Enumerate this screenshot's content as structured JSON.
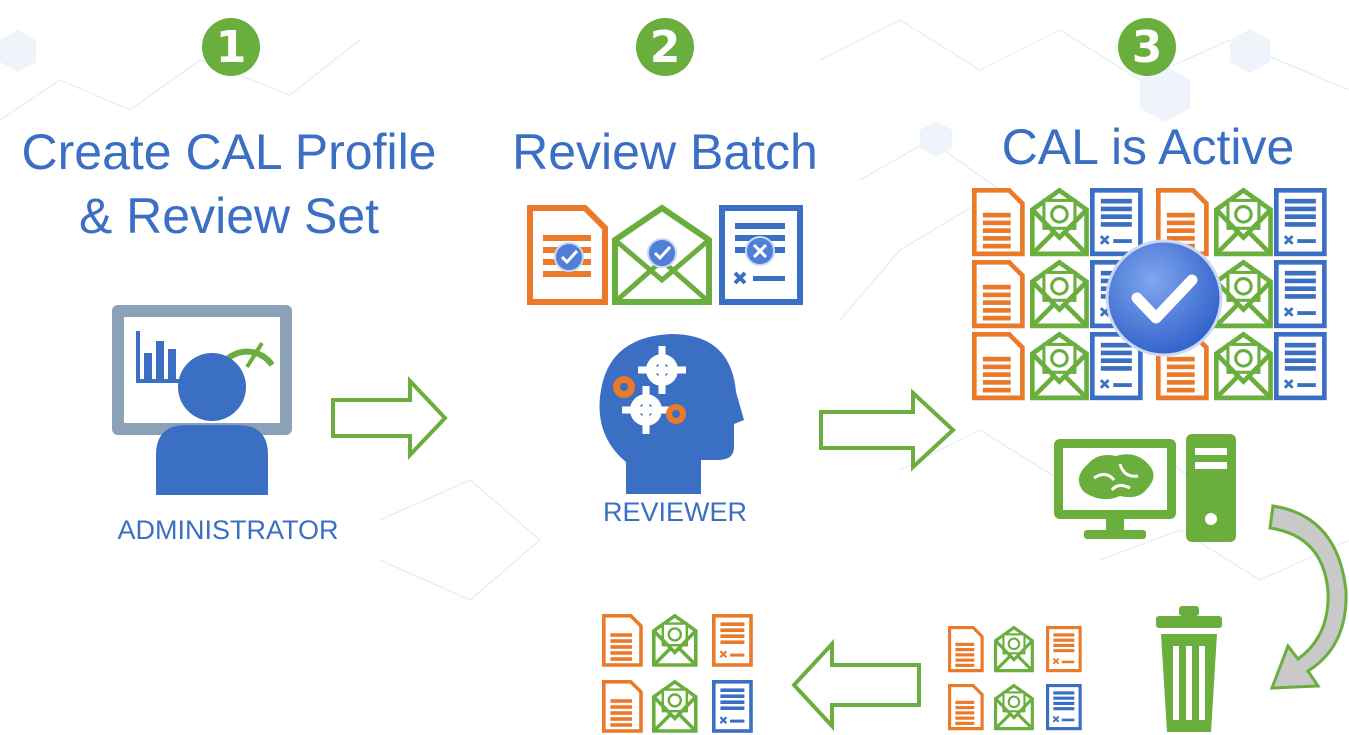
{
  "steps": [
    {
      "number": "1",
      "title_line1": "Create CAL Profile",
      "title_line2": "& Review Set",
      "role": "ADMINISTRATOR"
    },
    {
      "number": "2",
      "title_line1": "Review Batch",
      "role": "REVIEWER"
    },
    {
      "number": "3",
      "title_line1": "CAL is Active"
    }
  ],
  "colors": {
    "blue": "#3a6fc4",
    "green": "#6aae3d",
    "orange": "#ea7a2a",
    "badge_green": "#6aae3d"
  },
  "icons": {
    "document": "document-icon",
    "email": "email-icon",
    "coding_form": "coding-form-icon",
    "check": "check-badge-icon",
    "administrator": "administrator-icon",
    "reviewer": "reviewer-head-icon",
    "computer": "ai-computer-icon",
    "trash": "trash-icon",
    "arrow": "arrow-icon"
  }
}
